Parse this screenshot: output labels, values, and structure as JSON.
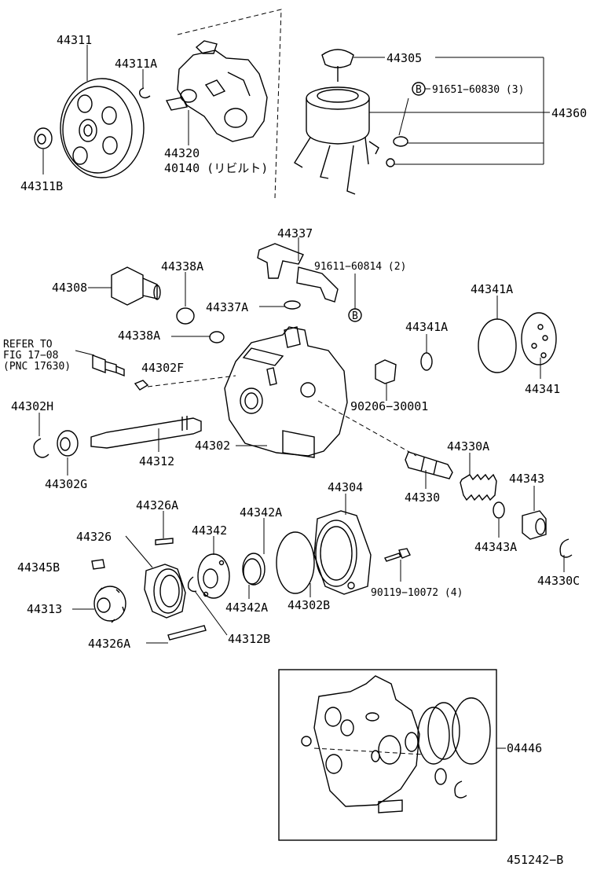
{
  "labels": {
    "p44311": "44311",
    "p44311A": "44311A",
    "p44311B": "44311B",
    "p44320": "44320",
    "p40140": "40140 (リビルト)",
    "p44305": "44305",
    "p91651": "91651−60830 (3)",
    "p44360": "44360",
    "p44337": "44337",
    "p91611": "91611−60814 (2)",
    "p44308": "44308",
    "p44338A_1": "44338A",
    "p44337A": "44337A",
    "p44341A_1": "44341A",
    "p44341A_2": "44341A",
    "p44341": "44341",
    "refer1": "REFER TO",
    "refer2": "FIG 17−08",
    "refer3": "(PNC 17630)",
    "p44338A_2": "44338A",
    "p44302F": "44302F",
    "p90206": "90206−30001",
    "p44302H": "44302H",
    "p44302G": "44302G",
    "p44312": "44312",
    "p44302": "44302",
    "p44330A": "44330A",
    "p44330": "44330",
    "p44343": "44343",
    "p44343A": "44343A",
    "p44330C": "44330C",
    "p44304": "44304",
    "p44326A_1": "44326A",
    "p44342A_1": "44342A",
    "p44326": "44326",
    "p44342": "44342",
    "p44345B": "44345B",
    "p44313": "44313",
    "p44342A_2": "44342A",
    "p44302B": "44302B",
    "p90119": "90119−10072 (4)",
    "p44326A_2": "44326A",
    "p44312B": "44312B",
    "p04446": "04446",
    "circleB_1": "B",
    "circleB_2": "B",
    "figcode": "451242−B"
  }
}
